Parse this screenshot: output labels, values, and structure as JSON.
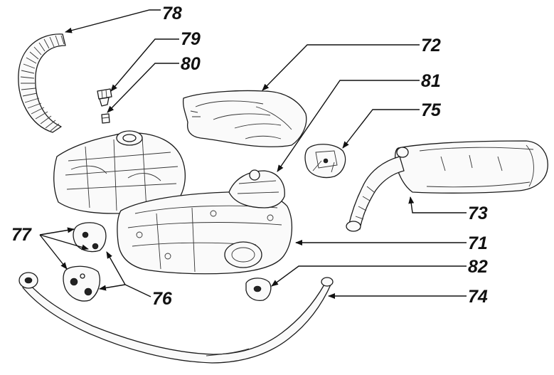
{
  "labels": {
    "p78": "78",
    "p79": "79",
    "p80": "80",
    "p72": "72",
    "p81": "81",
    "p75": "75",
    "p73": "73",
    "p71": "71",
    "p77": "77",
    "p82": "82",
    "p76": "76",
    "p74": "74"
  }
}
